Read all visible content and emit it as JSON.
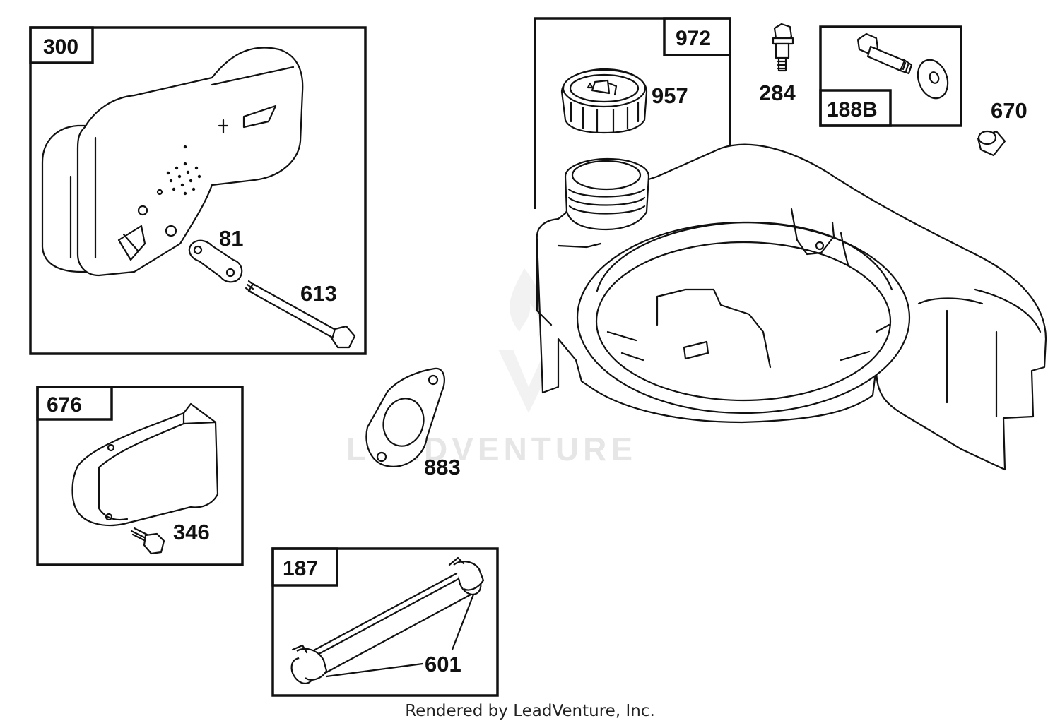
{
  "kit_labels": {
    "k300": "300",
    "k972": "972",
    "k188b": "188B",
    "k676": "676",
    "k187": "187"
  },
  "part_labels": {
    "p957": "957",
    "p284": "284",
    "p670": "670",
    "p81": "81",
    "p613": "613",
    "p883": "883",
    "p346": "346",
    "p601": "601"
  },
  "watermark": "LEADVENTURE",
  "footer": {
    "credit": "Rendered by LeadVenture, Inc."
  }
}
